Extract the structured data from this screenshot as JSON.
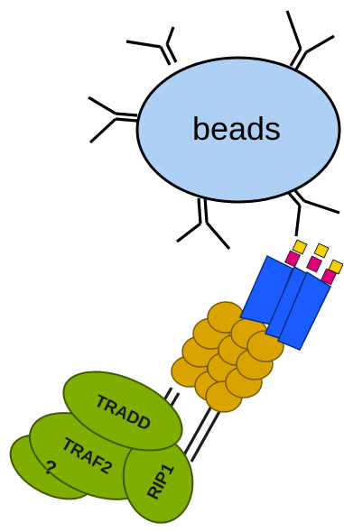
{
  "diagram": {
    "beads_label": "beads",
    "proteins": {
      "tradd": "TRADD",
      "traf2": "TRAF2",
      "unknown": "?",
      "rip1": "RIP1"
    },
    "colors": {
      "bead_fill": "#aed0f5",
      "antibody_stroke": "#000000",
      "receptor_blue": "#1a5cff",
      "tag_yellow": "#f5d000",
      "tag_magenta": "#e0007a",
      "ligand_gold": "#d9a400",
      "ligand_outline": "#7a5a00",
      "adaptor_green": "#7fae00",
      "adaptor_outline": "#3d5a00"
    }
  }
}
